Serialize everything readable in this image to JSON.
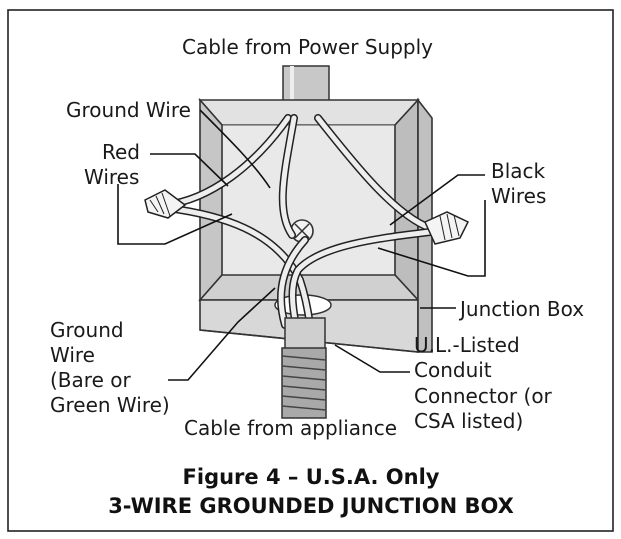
{
  "labels": {
    "cable_power": "Cable from Power Supply",
    "ground_wire_top": "Ground Wire",
    "red_wires_1": "Red",
    "red_wires_2": "Wires",
    "black_wires_1": "Black",
    "black_wires_2": "Wires",
    "junction_box": "Junction Box",
    "ground_wire_bottom_1": "Ground",
    "ground_wire_bottom_2": "Wire",
    "ground_wire_bottom_3": "(Bare or",
    "ground_wire_bottom_4": "Green Wire)",
    "conduit_1": "U.L.-Listed",
    "conduit_2": "Conduit",
    "conduit_3": "Connector (or",
    "conduit_4": "CSA listed)",
    "cable_appliance": "Cable from appliance"
  },
  "caption": {
    "line1": "Figure 4 – U.S.A. Only",
    "line2": "3-WIRE GROUNDED JUNCTION BOX"
  },
  "colors": {
    "frame": "#222222",
    "box_fill": "#d4d4d4",
    "box_inner": "#e6e6e6",
    "box_side": "#bcbcbc",
    "conduit": "#9a9a9a"
  }
}
